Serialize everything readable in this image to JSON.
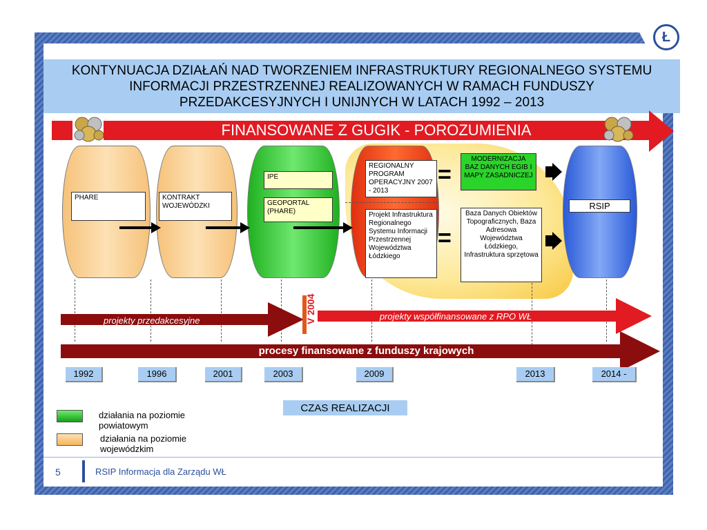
{
  "title": "KONTYNUACJA DZIAŁAŃ NAD TWORZENIEM INFRASTRUKTURY REGIONALNEGO SYSTEMU INFORMACJI PRZESTRZENNEJ REALIZOWANYCH W RAMACH FUNDUSZY PRZEDAKCESYJNYCH I UNIJNYCH W LATACH 1992 – 2013",
  "logo_glyph": "Ł",
  "funding_band": "FINANSOWANE Z GUGIK - POROZUMIENIA",
  "phases": {
    "phare": "PHARE",
    "kontrakt": "KONTRAKT WOJEWÓDZKI",
    "ipe": "IPE",
    "geoportal": "GEOPORTAL (PHARE)",
    "rpo": "REGIONALNY PROGRAM OPERACYJNY 2007 - 2013",
    "projekt": "Projekt Infrastruktura Regionalnego Systemu Informacji Przestrzennej Województwa Łódzkiego",
    "modernizacja": "MODERNIZACJA BAZ DANYCH EGIB I MAPY ZASADNICZEJ",
    "baza": "Baza Danych Obiektów Topograficznych, Baza Adresowa Województwa Łódzkiego, Infrastruktura sprzętowa",
    "rsip": "RSIP"
  },
  "equals_sign": "=",
  "arrows": {
    "przedakcesyjne": "projekty przedakcesyjne",
    "v2004": "V 2004",
    "rpo": "projekty współfinansowane z RPO WŁ",
    "krajowe": "procesy finansowane z funduszy krajowych"
  },
  "years": [
    "1992",
    "1996",
    "2001",
    "2003",
    "2009",
    "2013",
    "2014 -"
  ],
  "czas": "CZAS REALIZACJI",
  "legend": {
    "green": "działania na poziomie powiatowym",
    "orange": "działania na poziomie wojewódzkim"
  },
  "footer": {
    "page": "5",
    "text": "RSIP Informacja dla Zarządu WŁ"
  },
  "colors": {
    "red": "#e21a22",
    "dark_red": "#8b0d0d",
    "green": "#2bd42b",
    "light_blue": "#a9cdf2",
    "brand_blue": "#2a4f9c"
  }
}
